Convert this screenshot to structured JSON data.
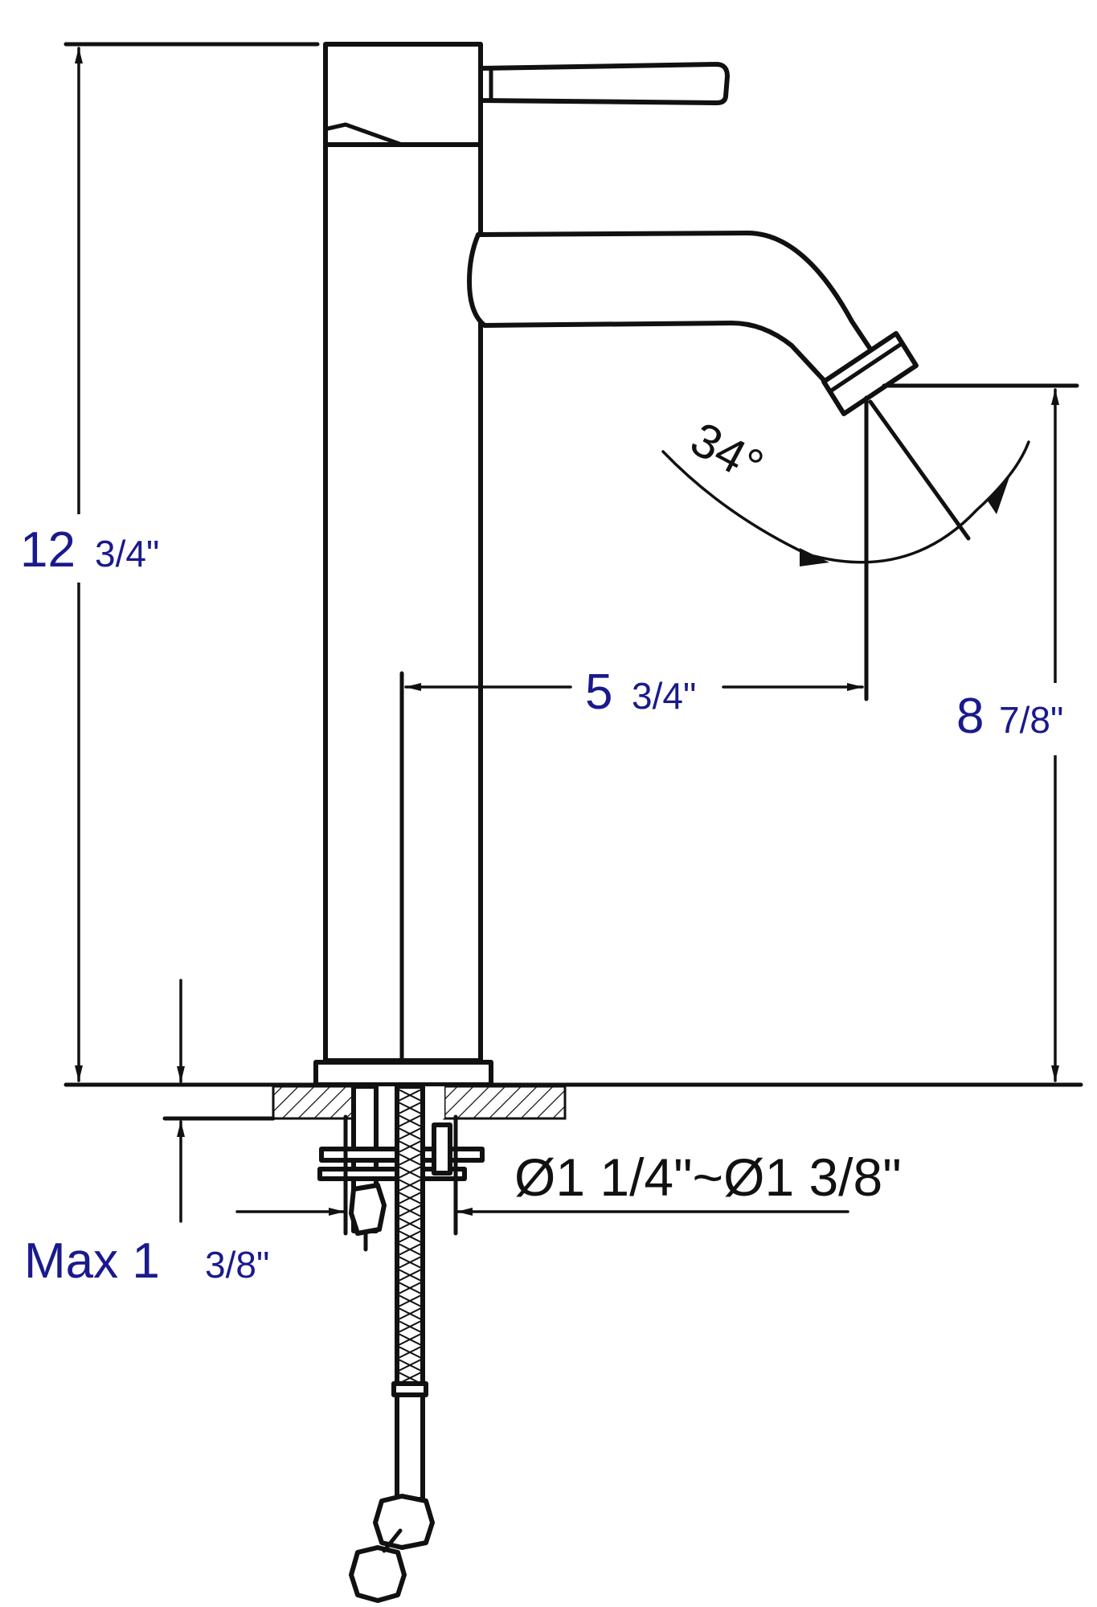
{
  "dimensions": {
    "overall_height": {
      "whole": "12",
      "fraction": "3/4\""
    },
    "spout_reach": {
      "whole": "5",
      "fraction": "3/4\""
    },
    "spout_height": {
      "whole": "8",
      "fraction": "7/8\""
    },
    "spout_angle": "34°",
    "deck_hole": "Ø1 1/4\"~Ø1 3/8\"",
    "max_deck": {
      "prefix": "Max 1",
      "fraction": "3/8\""
    }
  },
  "colors": {
    "dimension_text": "#1a1a8c",
    "line": "#111111"
  }
}
